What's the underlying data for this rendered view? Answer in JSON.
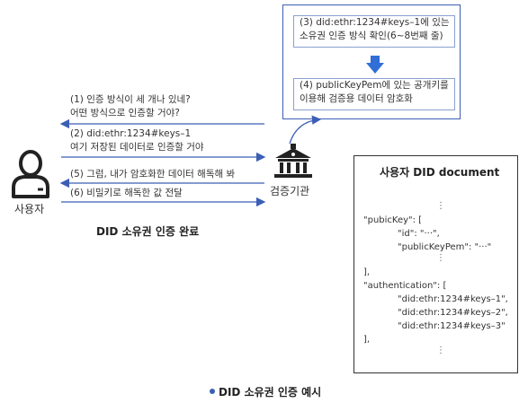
{
  "verifier_box": {
    "step3_line1": "(3) did:ethr:1234#keys–1에 있는",
    "step3_line2": "소유권 인증 방식 확인(6~8번째 줄)",
    "step4_line1": "(4) publicKeyPem에 있는 공개키를",
    "step4_line2": "이용해 검증용 데이터 암호화"
  },
  "messages": {
    "m1_line1": "(1) 인증 방식이 세 개나 있네?",
    "m1_line2": "어떤 방식으로 인증할 거야?",
    "m2_line1": "(2) did:ethr:1234#keys–1",
    "m2_line2": "여기 저장된 데이터로 인증할 거야",
    "m5": "(5) 그럼, 내가 암호화한 데이터 해독해 봐",
    "m6": "(6) 비밀키로 해독한 값 전달"
  },
  "actors": {
    "user": "사용자",
    "verifier": "검증기관"
  },
  "result": "DID 소유권 인증 완료",
  "document": {
    "title": "사용자 DID document",
    "ellipsis": "⋮",
    "l1": "\"pubicKey\": [",
    "l2": "\"id\": \"···\",",
    "l3": "\"publicKeyPem\": \"···\"",
    "l4": "],",
    "l5": "\"authentication\": [",
    "l6": "\"did:ethr:1234#keys–1\",",
    "l7": "\"did:ethr:1234#keys–2\",",
    "l8": "\"did:ethr:1234#keys–3\"",
    "l9": "],"
  },
  "caption": "DID 소유권 인증 예시",
  "colors": {
    "accent": "#3b5fb5",
    "arrow_fill": "#2f6fd6",
    "icon": "#222222"
  }
}
